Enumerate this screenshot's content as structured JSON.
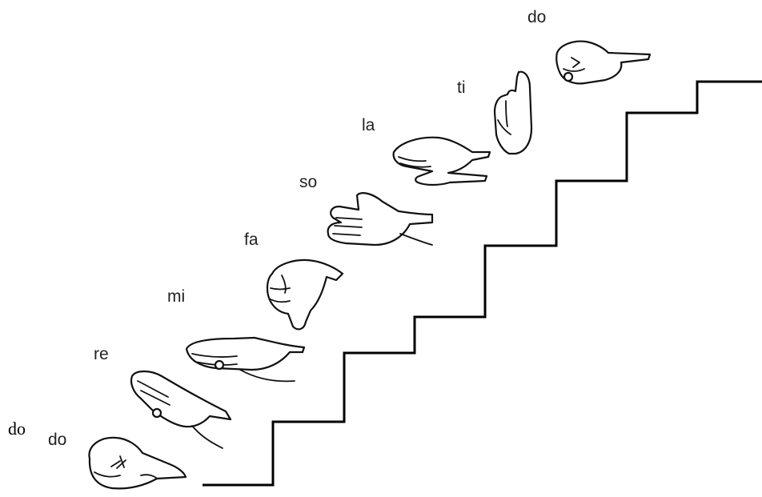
{
  "diagram": {
    "label_low_do_serif": "do",
    "syllables": [
      {
        "id": "do-low",
        "text": "do"
      },
      {
        "id": "re",
        "text": "re"
      },
      {
        "id": "mi",
        "text": "mi"
      },
      {
        "id": "fa",
        "text": "fa"
      },
      {
        "id": "so",
        "text": "so"
      },
      {
        "id": "la",
        "text": "la"
      },
      {
        "id": "ti",
        "text": "ti"
      },
      {
        "id": "do-high",
        "text": "do"
      }
    ],
    "hand_signs": [
      "do-fist",
      "re-slanted-palm",
      "mi-flat-palm",
      "fa-thumb-down",
      "so-open-palm",
      "la-curved-hand",
      "ti-pointing-up",
      "do-high-fist"
    ],
    "stair_color": "#000000"
  }
}
